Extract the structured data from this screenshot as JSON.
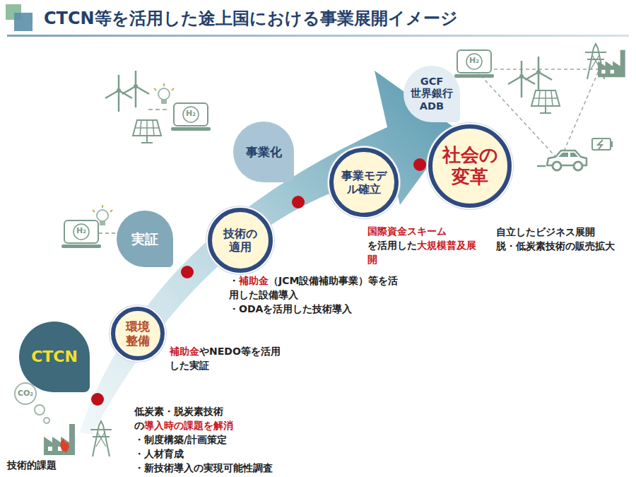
{
  "diagram": {
    "title": "CTCN等を活用した途上国における事業展開イメージ",
    "nodes": [
      {
        "text": [
          "CTCN"
        ]
      },
      {
        "text": [
          "環境整備"
        ]
      },
      {
        "text": [
          "実証"
        ]
      },
      {
        "text": [
          "技術の適用"
        ]
      },
      {
        "text": [
          "事業化"
        ]
      },
      {
        "text": [
          "事業モデル確立"
        ]
      },
      {
        "text": [
          "GCF 世界銀行 ADB"
        ]
      },
      {
        "text": [
          "社会の変革"
        ]
      }
    ],
    "labels": [
      "H₂",
      "H₂",
      "H₂",
      "国際資金スキーム",
      "を活用した",
      "大規模普及展開",
      "自立したビジネス展開",
      "脱・低炭素技術の販売拡大",
      "・",
      "補助金",
      "（JCM設備補助事業）等を活用した設備導入",
      "・ODAを活用した技術導入",
      "補助金",
      "やNEDO等を活用した実証",
      "CO₂",
      "低炭素・脱炭素技術",
      "の",
      "導入時の課題を解消",
      "・制度構築/計画策定",
      "・人材育成",
      "・新技術導入の実現可能性調査",
      "技術的課題"
    ]
  }
}
